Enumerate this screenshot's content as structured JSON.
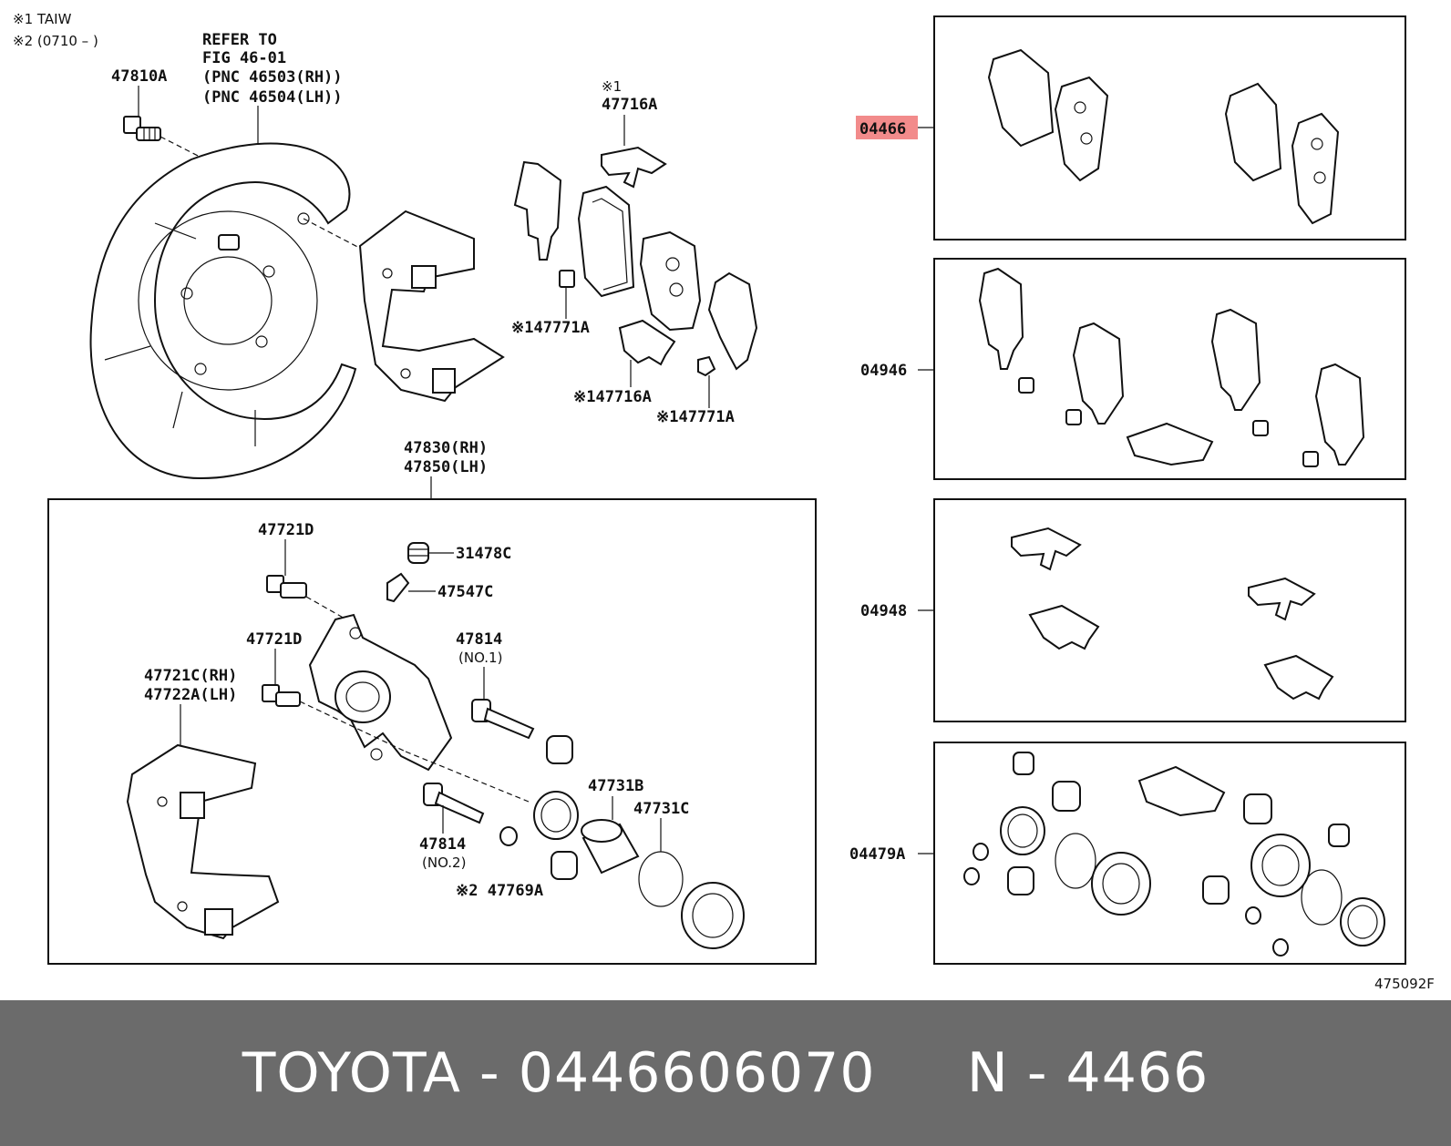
{
  "notes": [
    "※1 TAIW",
    "※2 (0710 –      )"
  ],
  "refer": [
    "REFER TO",
    "FIG 46-01",
    "(PNC 46503(RH))",
    "(PNC 46504(LH))"
  ],
  "labels": {
    "p47810A": "47810A",
    "p47716A_top_note": "※1",
    "p47716A_top": "47716A",
    "p47771A_left": "※147771A",
    "p47716A_bot": "※147716A",
    "p47771A_right": "※147771A",
    "p47830": "47830(RH)",
    "p47850": "47850(LH)",
    "p47721D_a": "47721D",
    "p31478C": "31478C",
    "p47547C": "47547C",
    "p47721D_b": "47721D",
    "p47814_a": "47814",
    "p47814_a_sub": "(NO.1)",
    "p47721C": "47721C(RH)",
    "p47722A": "47722A(LH)",
    "p47731B": "47731B",
    "p47731C": "47731C",
    "p47814_b": "47814",
    "p47814_b_sub": "(NO.2)",
    "p47769A": "※2 47769A",
    "p04466": "04466",
    "p04946": "04946",
    "p04948": "04948",
    "p04479A": "04479A",
    "fig_code": "475092F"
  },
  "footer": {
    "text": "TOYOTA - 0446606070     N - 4466"
  },
  "colors": {
    "highlight": "#f28b8b",
    "footer_bg": "#6b6b6b",
    "footer_text": "#ffffff"
  }
}
